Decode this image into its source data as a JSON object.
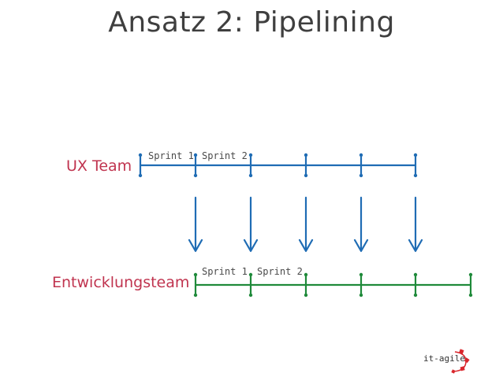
{
  "title": "Ansatz 2: Pipelining",
  "ux_team": {
    "label": "UX Team",
    "sprint_labels": [
      "Sprint 1",
      "Sprint 2"
    ],
    "color": "#1f6cb4"
  },
  "dev_team": {
    "label": "Entwicklungsteam",
    "sprint_labels": [
      "Sprint 1",
      "Sprint 2"
    ],
    "color": "#1f8a3a"
  },
  "label_color": "#c0344f",
  "logo": {
    "text": "it-agile",
    "accent_color": "#d9262c"
  },
  "icons": [
    "arrow-down-icon",
    "timeline-tick-icon"
  ]
}
